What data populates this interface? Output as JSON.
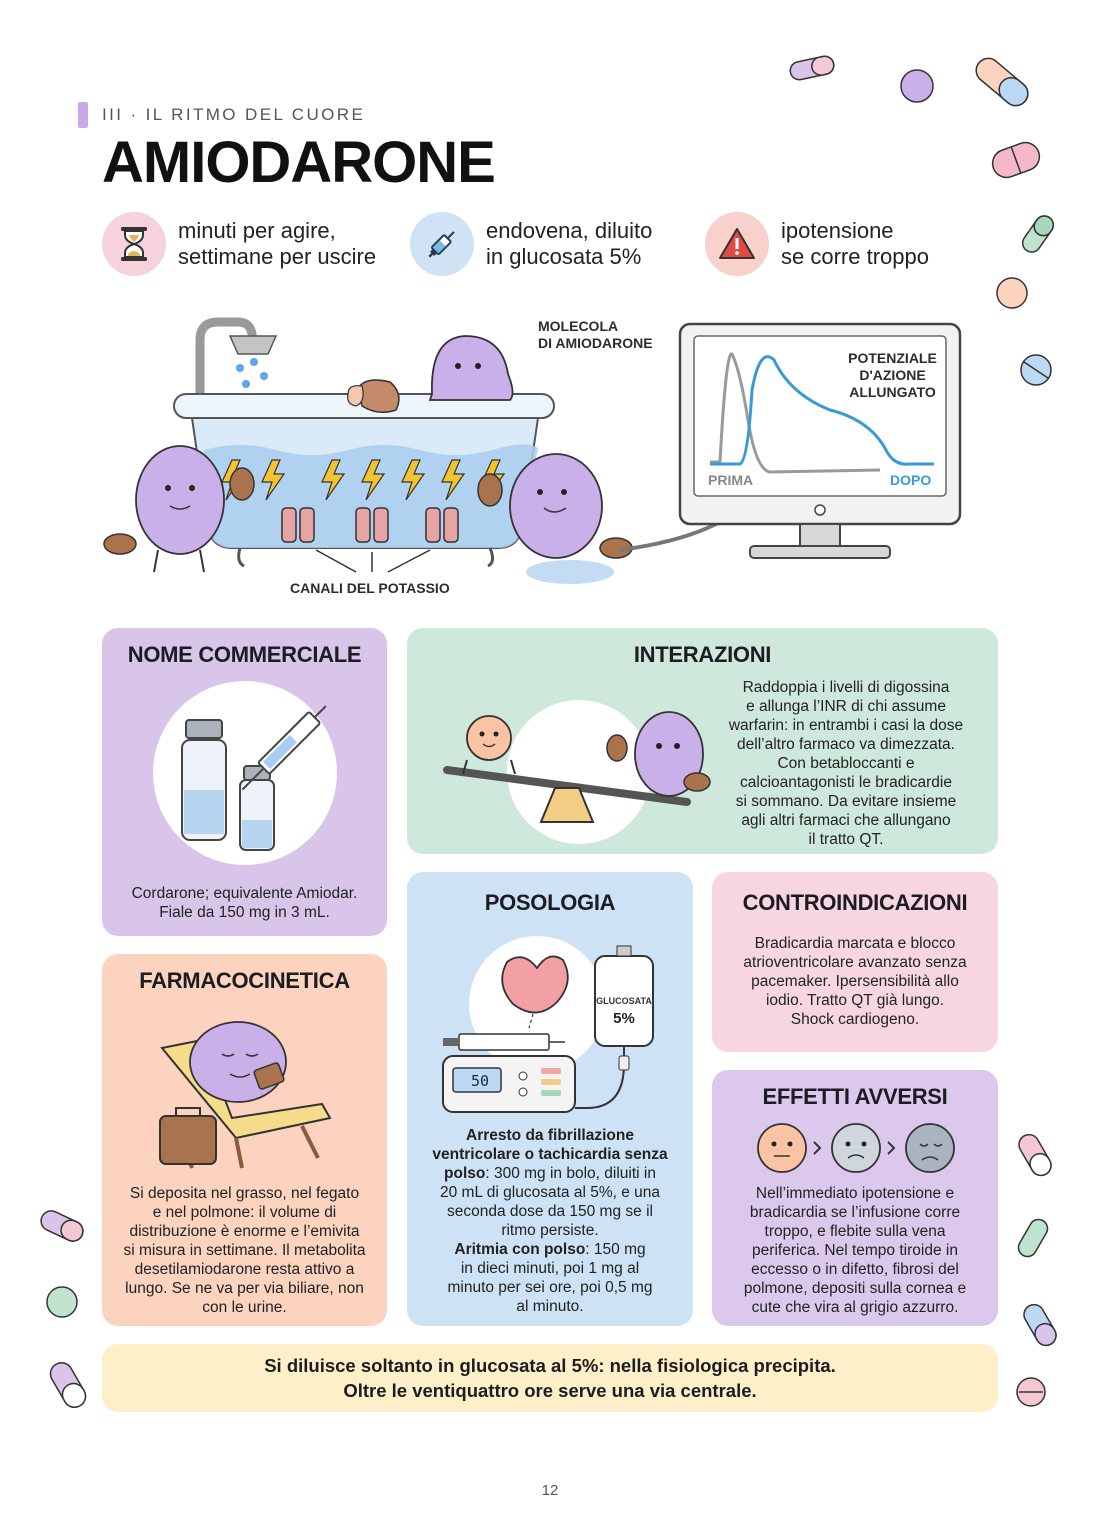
{
  "header": {
    "kicker": "III · IL RITMO DEL CUORE",
    "title": "AMIODARONE"
  },
  "key_facts": [
    {
      "icon": "hourglass-icon",
      "text": "minuti per agire,\nsettimane per uscire",
      "color": "#f6d3dc"
    },
    {
      "icon": "syringe-icon",
      "text": "endovena, diluito\nin glucosata 5%",
      "color": "#cfe3f5"
    },
    {
      "icon": "warning-icon",
      "text": "ipotensione\nse corre troppo",
      "color": "#f8d0cc"
    }
  ],
  "diagram": {
    "molecule_label": "MOLECOLA\nDI AMIODARONE",
    "channels_label": "CANALI DEL POTASSIO",
    "monitor_title": "POTENZIALE\nD'AZIONE\nALLUNGATO",
    "before_label": "PRIMA",
    "after_label": "DOPO"
  },
  "cards": {
    "nome": {
      "title": "NOME COMMERCIALE",
      "body": "Cordarone; equivalente Amiodar.\nFiale da 150 mg in 3 mL.",
      "color": "#d9c4ea"
    },
    "interazioni": {
      "title": "INTERAZIONI",
      "body": "Raddoppia i livelli di digossina\ne allunga l’INR di chi assume\nwarfarin: in entrambi i casi la dose\ndell’altro farmaco va dimezzata.\nCon betabloccanti e\ncalcioantagonisti le bradicardie\nsi sommano. Da evitare insieme\nagli altri farmaci che allungano\nil tratto QT.",
      "color": "#cfe8dc"
    },
    "farmacocinetica": {
      "title": "FARMACOCINETICA",
      "body": "Si deposita nel grasso, nel fegato\ne nel polmone: il volume di\ndistribuzione è enorme e l’emivita\nsi misura in settimane. Il metabolita\ndesetilamiodarone resta attivo a\nlungo. Se ne va per via biliare, non\ncon le urine.",
      "color": "#fbd3bf"
    },
    "posologia": {
      "title": "POSOLOGIA",
      "bag_label": "GLUCOSATA",
      "bag_percent": "5%",
      "pump_display": "50",
      "line1_bold": "Arresto da fibrillazione\nventricolare o tachicardia senza\npolso",
      "line1": ": 300 mg in bolo, diluiti in\n20 mL di glucosata al 5%, e una\nseconda dose da 150 mg se il\nritmo persiste.",
      "line2_bold": "Aritmia con polso",
      "line2": ": 150 mg\nin dieci minuti, poi 1 mg al\nminuto per sei ore, poi 0,5 mg\nal minuto.",
      "color": "#cde2f5"
    },
    "controindicazioni": {
      "title": "CONTROINDICAZIONI",
      "body": "Bradicardia marcata e blocco\natrioventricolare avanzato senza\npacemaker. Ipersensibilità allo\niodio. Tratto QT già lungo.\nShock cardiogeno.",
      "color": "#f7d6e2"
    },
    "effetti": {
      "title": "EFFETTI AVVERSI",
      "body": "Nell’immediato ipotensione e\nbradicardia se l’infusione corre\ntroppo, e flebite sulla vena\nperiferica. Nel tempo tiroide in\neccesso o in difetto, fibrosi del\npolmone, depositi sulla cornea e\ncute che vira al grigio azzurro.",
      "color": "#dcc8ec"
    }
  },
  "footer": {
    "text": "Si diluisce soltanto in glucosata al 5%: nella fisiologica precipita.\nOltre le ventiquattro ore serve una via centrale."
  },
  "page_number": "12"
}
